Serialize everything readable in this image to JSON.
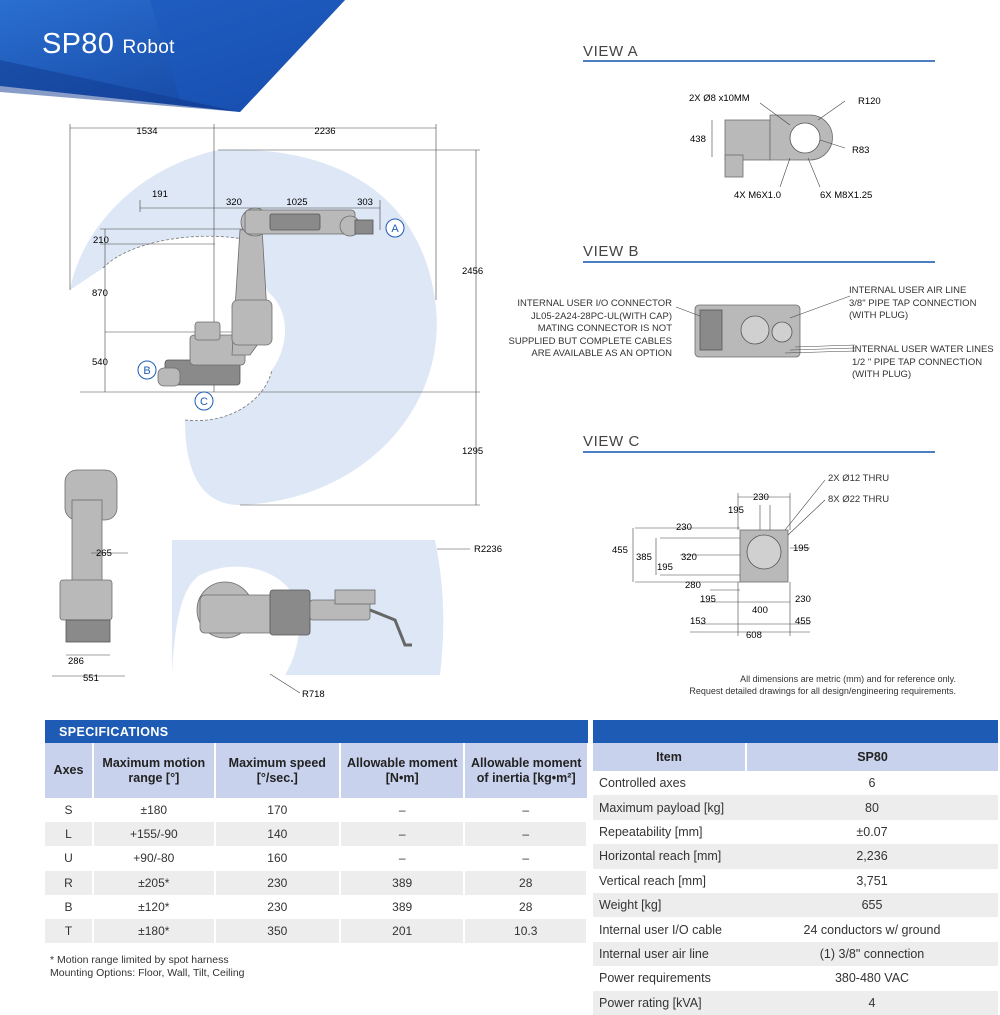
{
  "header": {
    "title_main": "SP80",
    "title_sub": "Robot"
  },
  "views": {
    "a": {
      "title": "VIEW A",
      "dims": {
        "bolt": "2X Ø8  x10MM",
        "r120": "R120",
        "d438": "438",
        "r83": "R83",
        "m6": "4X M6X1.0",
        "m8": "6X M8X1.25"
      }
    },
    "b": {
      "title": "VIEW B",
      "left_note": [
        "INTERNAL USER I/O CONNECTOR",
        "JL05-2A24-28PC-UL(WITH CAP)",
        "MATING CONNECTOR IS NOT",
        "SUPPLIED BUT COMPLETE CABLES",
        "ARE AVAILABLE AS AN OPTION"
      ],
      "air_note": [
        "INTERNAL USER AIR LINE",
        "3/8\" PIPE TAP CONNECTION",
        "(WITH PLUG)"
      ],
      "water_note": [
        "INTERNAL USER WATER LINES",
        "1/2 \" PIPE TAP CONNECTION",
        "(WITH PLUG)"
      ]
    },
    "c": {
      "title": "VIEW C",
      "dims": {
        "thru12": "2X Ø12 THRU",
        "thru22": "8X Ø22 THRU",
        "d230a": "230",
        "d195a": "195",
        "d230b": "230",
        "d195b": "195",
        "d455": "455",
        "d385": "385",
        "d320": "320",
        "d195c": "195",
        "d280": "280",
        "d195d": "195",
        "d400": "400",
        "d230c": "230",
        "d153": "153",
        "d608": "608",
        "d455b": "455"
      }
    }
  },
  "main_dims": {
    "d1534": "1534",
    "d2236": "2236",
    "d191": "191",
    "d320": "320",
    "d1025": "1025",
    "d303": "303",
    "d210": "210",
    "d2456": "2456",
    "d870": "870",
    "d540": "540",
    "d1295": "1295",
    "label_a": "A",
    "label_b": "B",
    "label_c": "C"
  },
  "side_dims": {
    "d265": "265",
    "d286": "286",
    "d551": "551"
  },
  "top_dims": {
    "r2236": "R2236",
    "r718": "R718"
  },
  "disclaimer": [
    "All dimensions are metric (mm) and for reference only.",
    "Request detailed drawings for all design/engineering requirements."
  ],
  "specifications": {
    "title": "SPECIFICATIONS",
    "headers": [
      "Axes",
      "Maximum motion range [°]",
      "Maximum speed [°/sec.]",
      "Allowable moment [N•m]",
      "Allowable moment of inertia [kg•m²]"
    ],
    "rows": [
      [
        "S",
        "±180",
        "170",
        "–",
        "–"
      ],
      [
        "L",
        "+155/-90",
        "140",
        "–",
        "–"
      ],
      [
        "U",
        "+90/-80",
        "160",
        "–",
        "–"
      ],
      [
        "R",
        "±205*",
        "230",
        "389",
        "28"
      ],
      [
        "B",
        "±120*",
        "230",
        "389",
        "28"
      ],
      [
        "T",
        "±180*",
        "350",
        "201",
        "10.3"
      ]
    ],
    "footnotes": [
      "* Motion range limited by spot harness",
      "Mounting Options: Floor, Wall, Tilt, Ceiling"
    ]
  },
  "items": {
    "headers": [
      "Item",
      "SP80"
    ],
    "rows": [
      [
        "Controlled axes",
        "6"
      ],
      [
        "Maximum payload [kg]",
        "80"
      ],
      [
        "Repeatability [mm]",
        "±0.07"
      ],
      [
        "Horizontal reach [mm]",
        "2,236"
      ],
      [
        "Vertical reach [mm]",
        "3,751"
      ],
      [
        "Weight [kg]",
        "655"
      ],
      [
        "Internal user I/O cable",
        "24 conductors w/ ground"
      ],
      [
        "Internal user air line",
        "(1) 3/8\" connection"
      ],
      [
        "Power requirements",
        "380-480 VAC"
      ],
      [
        "Power rating [kVA]",
        "4"
      ]
    ]
  },
  "colors": {
    "brand_blue": "#1d5bb5",
    "envelope": "#dde7f5",
    "header_row": "#c9d2ec"
  }
}
